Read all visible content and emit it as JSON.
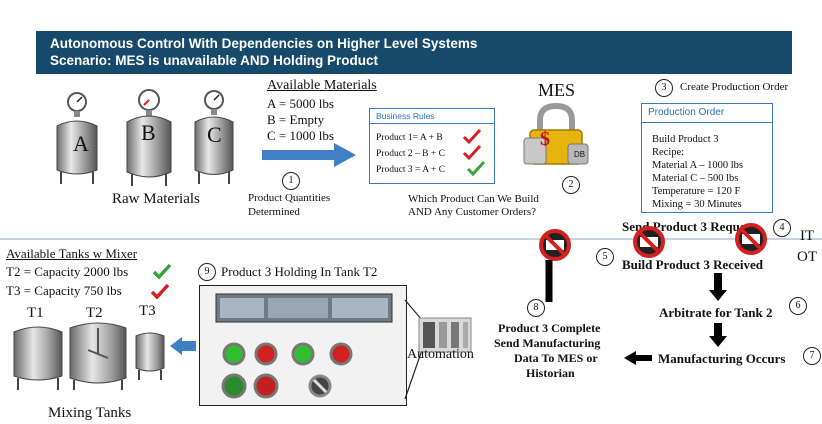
{
  "banner": {
    "line1": "Autonomous Control With Dependencies on Higher Level Systems",
    "line2": "Scenario:  MES is unavailable AND Holding Product"
  },
  "raw_materials": {
    "tank_labels": [
      "A",
      "B",
      "C"
    ],
    "caption": "Raw Materials"
  },
  "available_materials": {
    "title": "Available Materials",
    "lines": [
      "A = 5000 lbs",
      "B = Empty",
      "C = 1000 lbs"
    ]
  },
  "steps": {
    "s1": {
      "num": "1",
      "label_lines": [
        "Product Quantities",
        "Determined"
      ]
    },
    "s2": {
      "num": "2",
      "label_lines": [
        "Which Product Can We Build",
        "AND Any Customer Orders?"
      ]
    },
    "s3": {
      "num": "3",
      "label": "Create Production Order"
    },
    "s4": {
      "num": "4",
      "label": "Send Product 3 Request"
    },
    "s5": {
      "num": "5",
      "label": "Build Product 3 Received"
    },
    "s6": {
      "num": "6",
      "label": "Arbitrate for Tank 2"
    },
    "s7": {
      "num": "7",
      "label": "Manufacturing Occurs"
    },
    "s8": {
      "num": "8",
      "label_lines": [
        "Product 3 Complete",
        "Send Manufacturing",
        "Data To MES or",
        "Historian"
      ]
    },
    "s9": {
      "num": "9",
      "label": "Product 3 Holding In Tank T2"
    }
  },
  "business_rules": {
    "header": "Business Rules",
    "rows": [
      "Product 1=  A + B",
      "Product 2 – B + C",
      "Product 3 = A + C"
    ]
  },
  "mes": {
    "title": "MES",
    "lock_symbol": "$",
    "db_label": "DB"
  },
  "production_order": {
    "header": "Production Order",
    "lines": [
      "Build Product 3",
      "Recipe:",
      "Material A – 1000 lbs",
      "Material C – 500 lbs",
      "Temperature = 120 F",
      "Mixing = 30 Minutes"
    ]
  },
  "zones": {
    "it": "IT",
    "ot": "OT"
  },
  "tanks_w_mixer": {
    "title": "Available Tanks w Mixer",
    "lines": [
      "T2 = Capacity 2000 lbs",
      "T3 = Capacity 750 lbs"
    ],
    "tank_labels": [
      "T1",
      "T2",
      "T3"
    ],
    "caption": "Mixing Tanks"
  },
  "automation": {
    "label": "Automation"
  },
  "colors": {
    "banner": "#17496b",
    "check_red": "#d42020",
    "check_green": "#3aa23a",
    "arrow_blue": "#3f7fc4",
    "card_border": "#3a7bbf",
    "lock_gold": "#e7b30f"
  }
}
